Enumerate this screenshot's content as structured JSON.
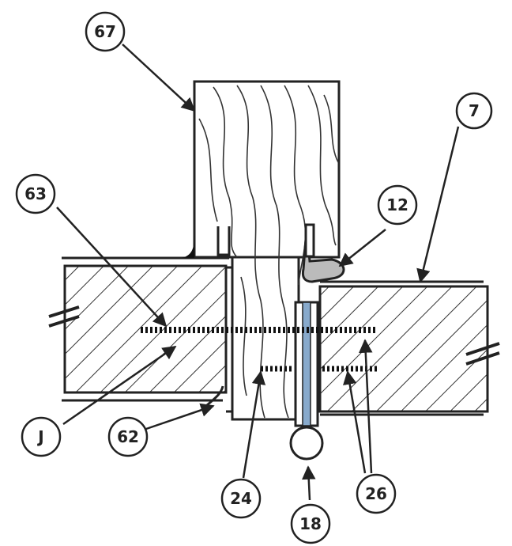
{
  "callouts": [
    {
      "id": "c67",
      "label": "67"
    },
    {
      "id": "c7",
      "label": "7"
    },
    {
      "id": "c63",
      "label": "63"
    },
    {
      "id": "c12",
      "label": "12"
    },
    {
      "id": "cJ",
      "label": "J"
    },
    {
      "id": "c62",
      "label": "62"
    },
    {
      "id": "c24",
      "label": "24"
    },
    {
      "id": "c18",
      "label": "18"
    },
    {
      "id": "c26",
      "label": "26"
    }
  ],
  "colors": {
    "ink": "#2a2a2a",
    "paper": "#ffffff"
  }
}
